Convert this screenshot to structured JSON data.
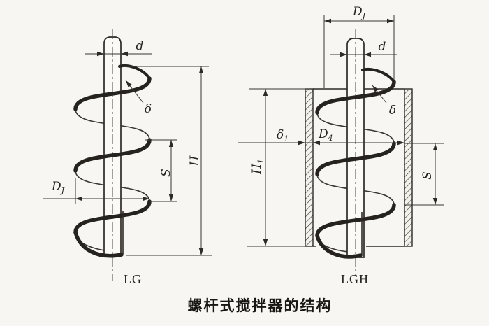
{
  "colors": {
    "background": "#f7f6f3",
    "line": "#2e2a26",
    "text": "#26231f"
  },
  "caption": "螺杆式搅拌器的结构",
  "left_figure": {
    "variant_label": "LG",
    "dim_labels": {
      "shaft_diameter": {
        "text": "d"
      },
      "blade_thickness": {
        "text": "δ"
      },
      "screw_diameter": {
        "text": "D",
        "sub": "J"
      },
      "total_height": {
        "text": "H"
      },
      "pitch": {
        "text": "S"
      }
    }
  },
  "right_figure": {
    "variant_label": "LGH",
    "dim_labels": {
      "screw_diameter": {
        "text": "D",
        "sub": "J"
      },
      "shaft_diameter": {
        "text": "d"
      },
      "blade_thickness": {
        "text": "δ"
      },
      "tube_wall_thickness": {
        "text": "δ",
        "sub": "1"
      },
      "tube_inner_diameter": {
        "text": "D",
        "sub": "4"
      },
      "tube_height": {
        "text": "H",
        "sub": "1"
      },
      "pitch": {
        "text": "S"
      }
    }
  }
}
